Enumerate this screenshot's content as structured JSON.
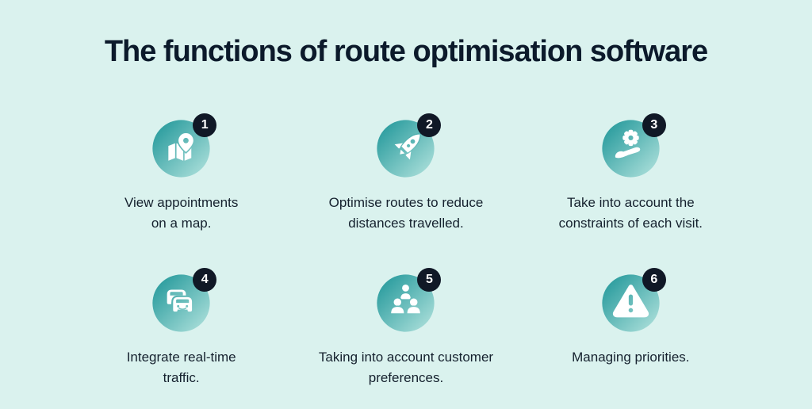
{
  "page": {
    "title": "The functions of route optimisation software",
    "background_color": "#daf2ee",
    "title_color": "#0c1a2b"
  },
  "colors": {
    "circle_gradient_start": "#2a9c9e",
    "circle_gradient_end": "#a9ded9",
    "badge_background": "#101826",
    "badge_text": "#ffffff",
    "icon_color": "#ffffff",
    "label_color": "#15212e"
  },
  "items": [
    {
      "number": "1",
      "icon": "map-pin-icon",
      "label": "View appointments\non a map."
    },
    {
      "number": "2",
      "icon": "rocket-icon",
      "label": "Optimise routes to reduce\ndistances travelled."
    },
    {
      "number": "3",
      "icon": "hand-gear-icon",
      "label": "Take into account the\nconstraints of each visit."
    },
    {
      "number": "4",
      "icon": "traffic-cars-icon",
      "label": "Integrate real-time\ntraffic."
    },
    {
      "number": "5",
      "icon": "team-icon",
      "label": "Taking into account customer\npreferences."
    },
    {
      "number": "6",
      "icon": "warning-triangle-icon",
      "label": "Managing priorities."
    }
  ]
}
